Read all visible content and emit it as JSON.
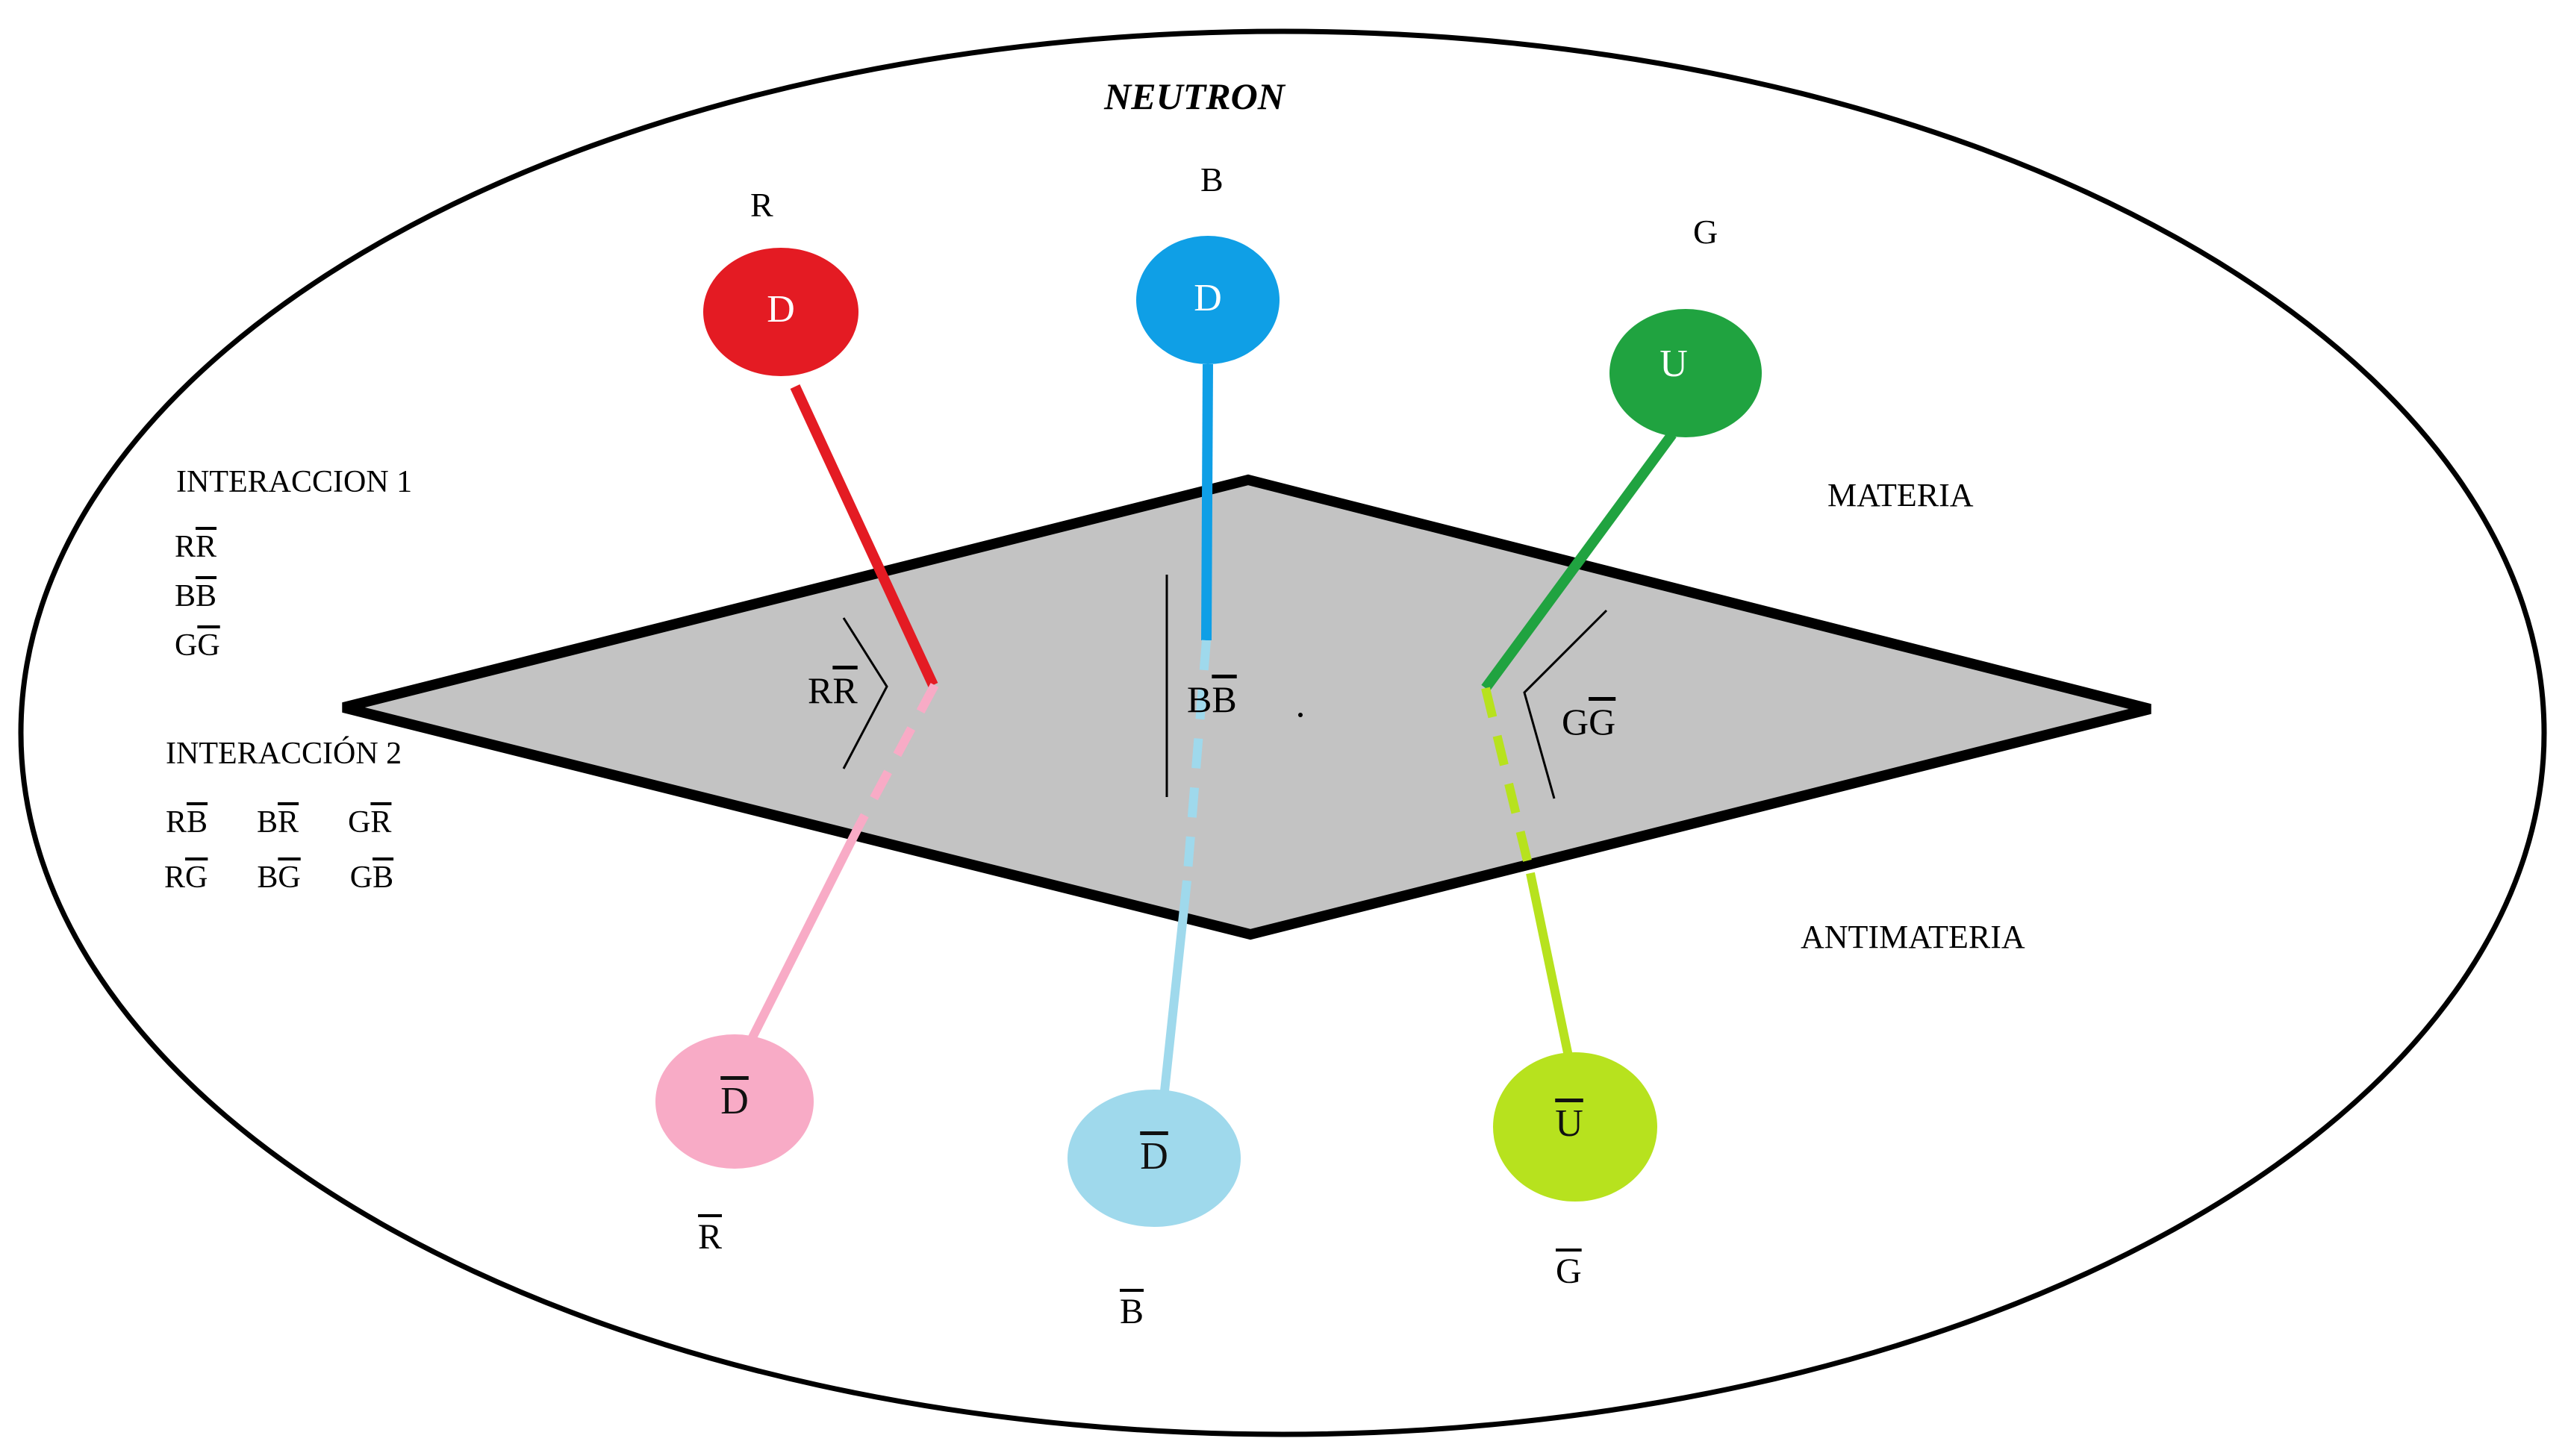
{
  "title": "NEUTRON",
  "regions": {
    "matter": "MATERIA",
    "antimatter": "ANTIMATERIA"
  },
  "interaction1": {
    "label": "INTERACCION 1",
    "pairs": [
      {
        "a": "R",
        "b": "R"
      },
      {
        "a": "B",
        "b": "B"
      },
      {
        "a": "G",
        "b": "G"
      }
    ]
  },
  "interaction2": {
    "label": "INTERACCIÓN 2",
    "row1": [
      {
        "a": "R",
        "b": "B"
      },
      {
        "a": "B",
        "b": "R"
      },
      {
        "a": "G",
        "b": "R"
      }
    ],
    "row2": [
      {
        "a": "R",
        "b": "G"
      },
      {
        "a": "B",
        "b": "G"
      },
      {
        "a": "G",
        "b": "B"
      }
    ]
  },
  "quarks": [
    {
      "color_label": "R",
      "letter": "D",
      "fill": "#e41b23",
      "text_color": "#ffffff"
    },
    {
      "color_label": "B",
      "letter": "D",
      "fill": "#0f9fe6",
      "text_color": "#ffffff"
    },
    {
      "color_label": "G",
      "letter": "U",
      "fill": "#20a340",
      "text_color": "#ffffff"
    }
  ],
  "antiquarks": [
    {
      "color_label": "R",
      "letter": "D",
      "fill": "#f8abc6",
      "text_color": "#111111"
    },
    {
      "color_label": "B",
      "letter": "D",
      "fill": "#9fd9ec",
      "text_color": "#111111"
    },
    {
      "color_label": "G",
      "letter": "U",
      "fill": "#b7e21e",
      "text_color": "#111111"
    }
  ],
  "plane_pairs": [
    {
      "a": "R",
      "b": "R"
    },
    {
      "a": "B",
      "b": "B"
    },
    {
      "a": "G",
      "b": "G"
    }
  ],
  "colors": {
    "plane_fill": "#c3c3c3",
    "outline": "#000000",
    "background": "#ffffff"
  }
}
